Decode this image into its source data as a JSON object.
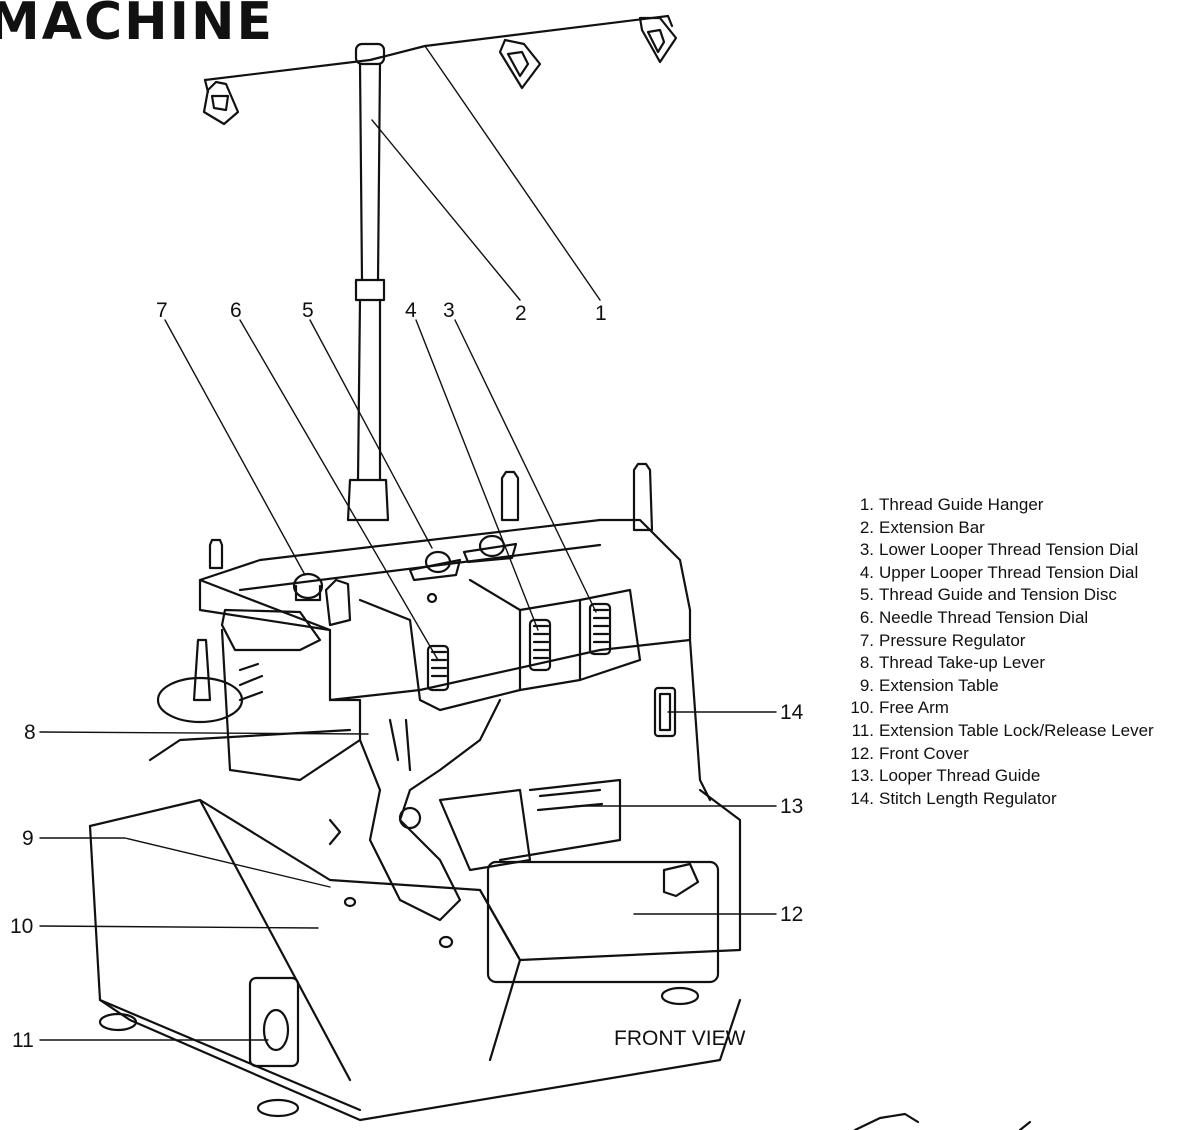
{
  "heading": "MACHINE",
  "caption": "FRONT VIEW",
  "colors": {
    "ink": "#111111",
    "paper": "#ffffff"
  },
  "callouts": [
    "1",
    "2",
    "3",
    "4",
    "5",
    "6",
    "7",
    "8",
    "9",
    "10",
    "11",
    "12",
    "13",
    "14"
  ],
  "legend": [
    {
      "num": "1.",
      "label": "Thread Guide Hanger"
    },
    {
      "num": "2.",
      "label": "Extension Bar"
    },
    {
      "num": "3.",
      "label": "Lower Looper Thread Tension Dial"
    },
    {
      "num": "4.",
      "label": "Upper Looper Thread Tension Dial"
    },
    {
      "num": "5.",
      "label": "Thread Guide and Tension Disc"
    },
    {
      "num": "6.",
      "label": "Needle Thread Tension Dial"
    },
    {
      "num": "7.",
      "label": "Pressure Regulator"
    },
    {
      "num": "8.",
      "label": "Thread Take-up Lever"
    },
    {
      "num": "9.",
      "label": "Extension Table"
    },
    {
      "num": "10.",
      "label": "Free Arm"
    },
    {
      "num": "11.",
      "label": "Extension Table Lock/Release Lever"
    },
    {
      "num": "12.",
      "label": "Front Cover"
    },
    {
      "num": "13.",
      "label": "Looper Thread Guide"
    },
    {
      "num": "14.",
      "label": "Stitch Length Regulator"
    }
  ]
}
